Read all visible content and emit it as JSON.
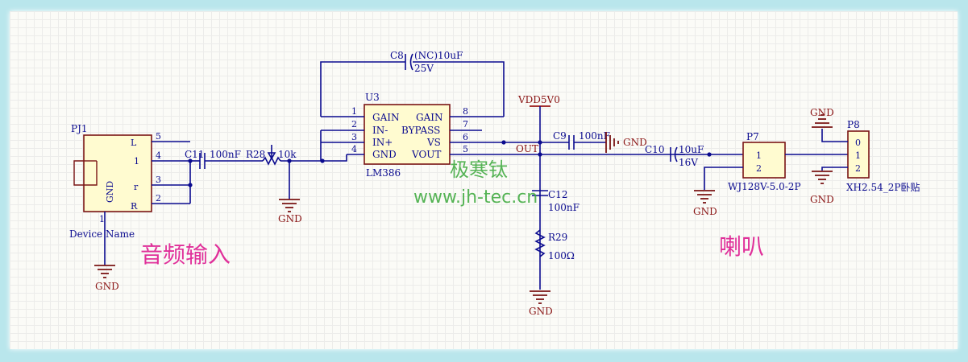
{
  "labels": {
    "pj1": "PJ1",
    "pj1_pins": [
      "5",
      "4",
      "3",
      "2",
      "1"
    ],
    "pj1_inner": [
      "L",
      "1",
      "r",
      "R",
      "GND"
    ],
    "device_name": "Device Name",
    "gnd": "GND",
    "c11": "C11",
    "c11_val": "100nF",
    "r28": "R28",
    "r28_val": "10k",
    "u3": "U3",
    "u3_part": "LM386",
    "u3_pins_left": [
      "1",
      "2",
      "3",
      "4"
    ],
    "u3_pins_left_names": [
      "GAIN",
      "IN-",
      "IN+",
      "GND"
    ],
    "u3_pins_right": [
      "8",
      "7",
      "6",
      "5"
    ],
    "u3_pins_right_names": [
      "GAIN",
      "BYPASS",
      "VS",
      "VOUT"
    ],
    "c8": "C8",
    "c8_val": "(NC)10uF",
    "c8_volt": "25V",
    "vdd": "VDD5V0",
    "out": "OUT",
    "c9": "C9",
    "c9_val": "100nF",
    "c12": "C12",
    "c12_val": "100nF",
    "r29": "R29",
    "r29_val": "100Ω",
    "c10": "C10",
    "c10_val": "10uF",
    "c10_volt": "16V",
    "p7": "P7",
    "p7_pins": [
      "1",
      "2"
    ],
    "p7_part": "WJ128V-5.0-2P",
    "p8": "P8",
    "p8_pins": [
      "0",
      "1",
      "2"
    ],
    "p8_part": "XH2.54_2P卧贴",
    "audio_input": "音频输入",
    "speaker": "喇叭",
    "watermark_cn": "极寒钛",
    "watermark_url": "www.jh-tec.cn"
  }
}
